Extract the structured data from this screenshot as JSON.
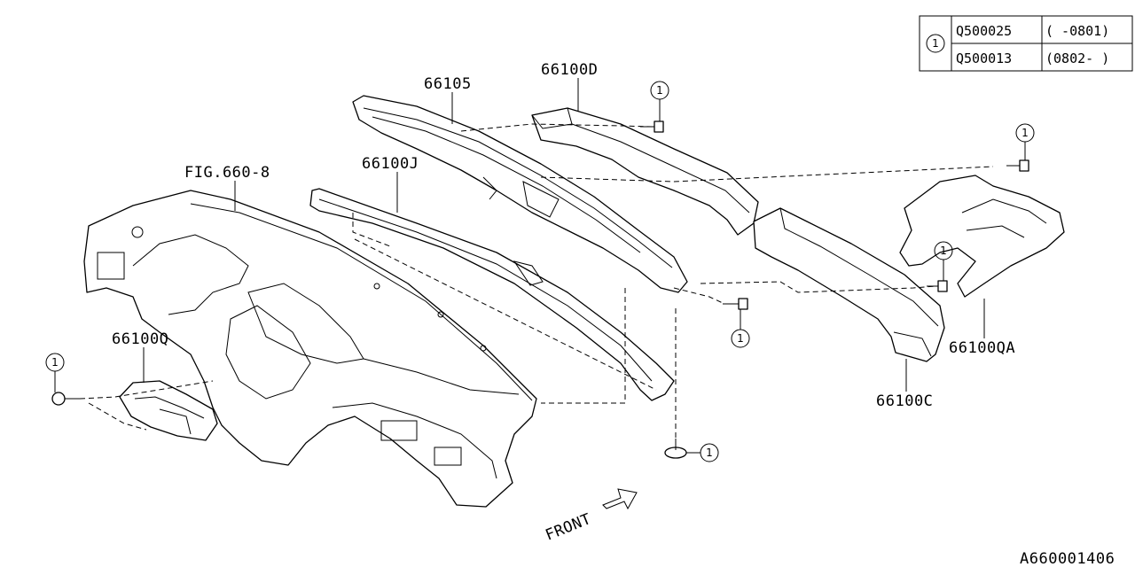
{
  "table": {
    "ref": "1",
    "rows": [
      {
        "part": "Q500025",
        "range": "( -0801)"
      },
      {
        "part": "Q500013",
        "range": "(0802- )"
      }
    ]
  },
  "labels": {
    "fig": "FIG.660-8",
    "p66105": "66105",
    "p66100D": "66100D",
    "p66100J": "66100J",
    "p66100Q": "66100Q",
    "p66100QA": "66100QA",
    "p66100C": "66100C",
    "front": "FRONT",
    "drawing_no": "A660001406"
  },
  "callout": "1"
}
